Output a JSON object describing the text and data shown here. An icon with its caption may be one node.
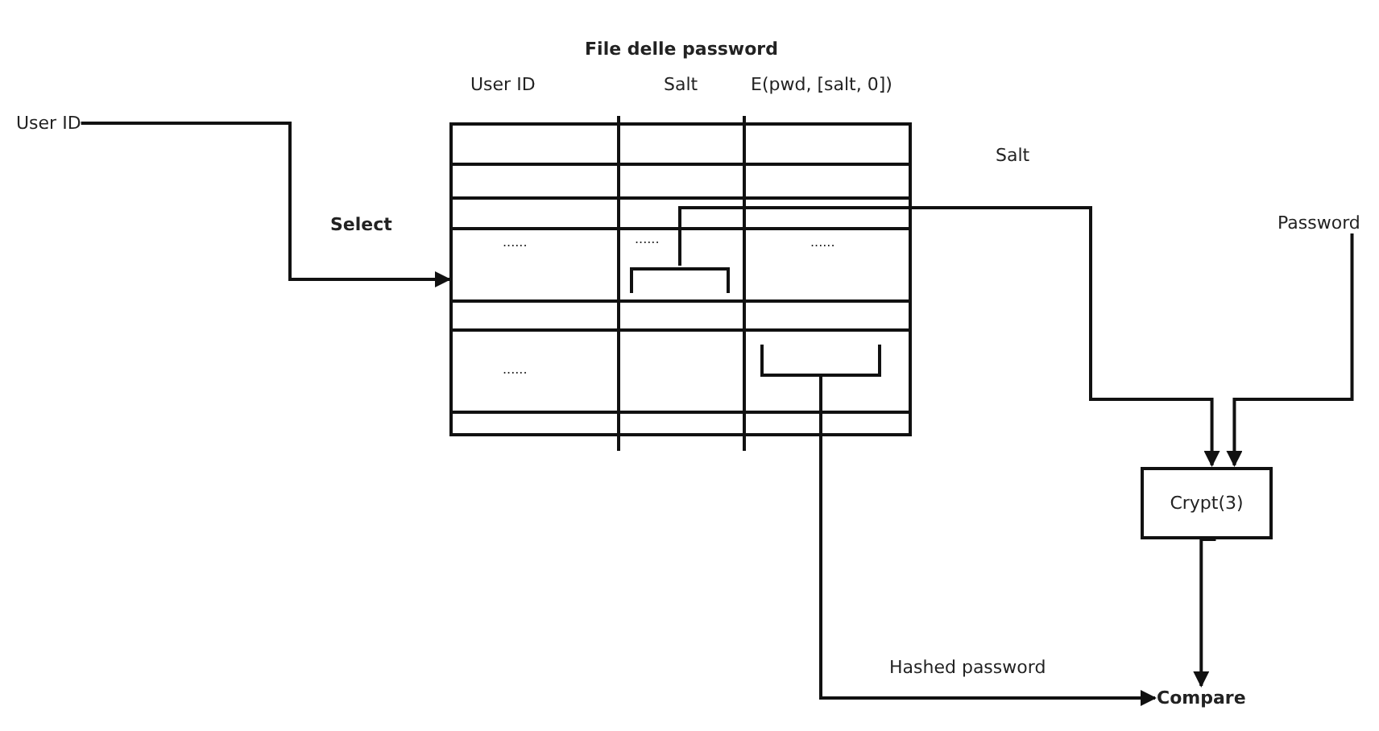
{
  "diagram": {
    "title": "File delle password",
    "nodes": [
      {
        "text": [
          "User ID"
        ]
      },
      {
        "text": [],
        "shape": "table"
      },
      {
        "text": [],
        "shape": "bracket",
        "in": 1
      },
      {
        "text": [],
        "shape": "bracket",
        "in": 1
      },
      {
        "text": [
          "Password"
        ]
      },
      {
        "text": [
          "Crypt(3)"
        ]
      },
      {
        "text": [
          "Compare"
        ]
      }
    ],
    "edges": [
      {
        "from": 0,
        "to": 1,
        "arrow": "to",
        "label": "Select"
      },
      {
        "from": 2,
        "to": 5,
        "arrow": "to",
        "label": "Salt"
      },
      {
        "from": 4,
        "to": 5,
        "arrow": "to"
      },
      {
        "from": 5,
        "to": 6,
        "arrow": "to"
      },
      {
        "from": 3,
        "to": 6,
        "arrow": "to",
        "label": "Hashed password"
      }
    ],
    "labels": [
      "User ID",
      "Salt",
      "E(pwd, [salt, 0])",
      "......",
      "......",
      "......",
      "......"
    ]
  }
}
